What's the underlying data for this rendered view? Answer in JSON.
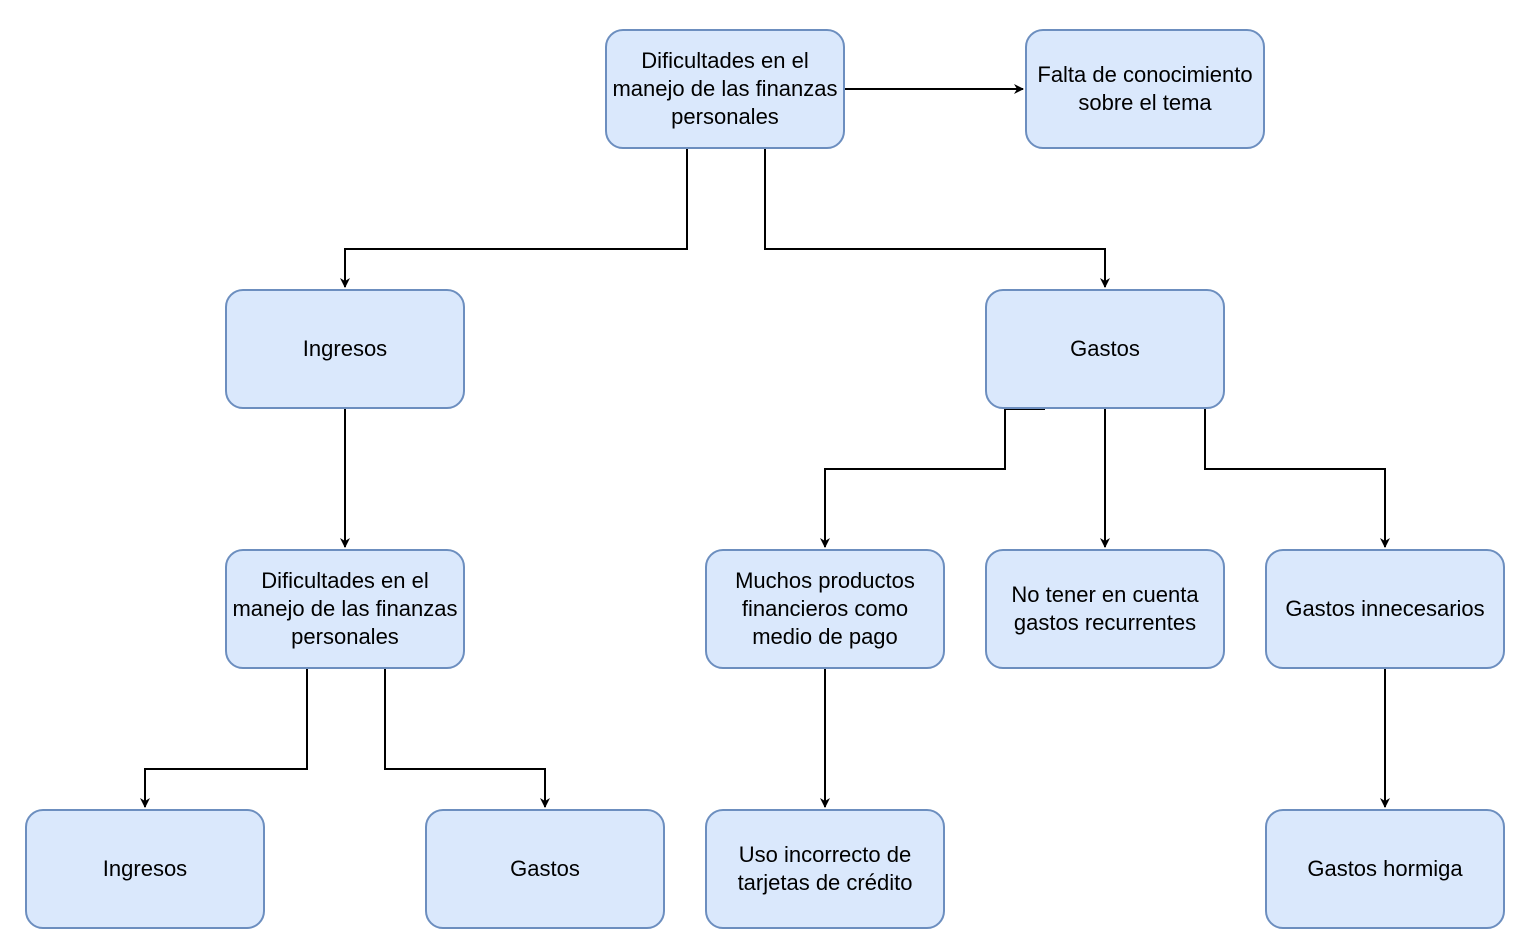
{
  "colors": {
    "node_fill": "#dae8fc",
    "node_border": "#6c8ebf",
    "edge": "#000000",
    "text": "#000000"
  },
  "nodes": {
    "root": "Dificultades en el manejo de las finanzas personales",
    "falta": "Falta de conocimiento sobre el tema",
    "ingresos_1": "Ingresos",
    "gastos_1": "Gastos",
    "dificultades_2": "Dificultades en el manejo de las finanzas personales",
    "muchos_productos": "Muchos productos financieros como medio de pago",
    "no_tener": "No tener en cuenta gastos recurrentes",
    "innecesarios": "Gastos innecesarios",
    "ingresos_2": "Ingresos",
    "gastos_2": "Gastos",
    "uso_incorrecto": "Uso incorrecto de tarjetas de crédito",
    "hormiga": "Gastos hormiga"
  },
  "edges": [
    {
      "from": "root",
      "to": "falta"
    },
    {
      "from": "root",
      "to": "ingresos_1"
    },
    {
      "from": "root",
      "to": "gastos_1"
    },
    {
      "from": "ingresos_1",
      "to": "dificultades_2"
    },
    {
      "from": "dificultades_2",
      "to": "ingresos_2"
    },
    {
      "from": "dificultades_2",
      "to": "gastos_2"
    },
    {
      "from": "gastos_1",
      "to": "muchos_productos"
    },
    {
      "from": "gastos_1",
      "to": "no_tener"
    },
    {
      "from": "gastos_1",
      "to": "innecesarios"
    },
    {
      "from": "muchos_productos",
      "to": "uso_incorrecto"
    },
    {
      "from": "innecesarios",
      "to": "hormiga"
    }
  ]
}
